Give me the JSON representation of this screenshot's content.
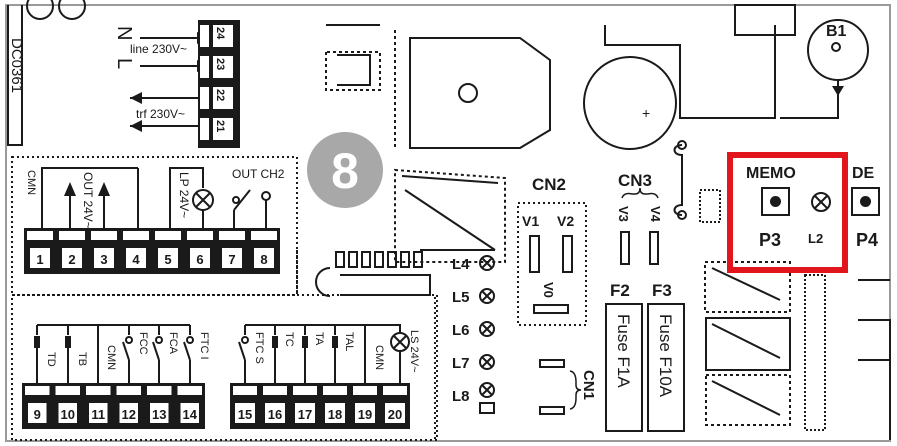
{
  "mains": {
    "N": "N",
    "L": "L",
    "line_label": "line 230V~",
    "trf_label": "trf 230V~",
    "terminals": [
      "24",
      "23",
      "22",
      "21"
    ],
    "board_code": "DC0361"
  },
  "step_badge": "8",
  "low_voltage_block": {
    "cmn": "CMN",
    "out24": "OUT 24V~",
    "lp24": "LP 24V~",
    "out_ch2": "OUT CH2",
    "terminals": [
      "1",
      "2",
      "3",
      "4",
      "5",
      "6",
      "7",
      "8"
    ]
  },
  "input_block": {
    "labels_left": [
      "TD",
      "TB",
      "CMN",
      "FCC",
      "FCA",
      "FTC I"
    ],
    "labels_right": [
      "FTC S",
      "TC",
      "TA",
      "TAL",
      "CMN",
      "LS 24V~"
    ],
    "terminals": [
      "9",
      "10",
      "11",
      "12",
      "13",
      "14",
      "15",
      "16",
      "17",
      "18",
      "19",
      "20"
    ]
  },
  "leds": [
    "L4",
    "L5",
    "L6",
    "L7",
    "L8"
  ],
  "cn2": {
    "title": "CN2",
    "v1": "V1",
    "v2": "V2",
    "v0": "V0"
  },
  "cn3": {
    "title": "CN3",
    "v3": "V3",
    "v4": "V4"
  },
  "cn1": "CN1",
  "fuses": [
    {
      "id": "F2",
      "label": "Fuse F1A"
    },
    {
      "id": "F3",
      "label": "Fuse F10A"
    }
  ],
  "memo": {
    "title": "MEMO",
    "button": "P3",
    "led": "L2",
    "next_title": "DE",
    "next_button": "P4"
  },
  "buzzer": "B1",
  "highlight_color": "#e1161c",
  "badge_color": "#a8a8a8",
  "line_color": "#1a1a1a"
}
